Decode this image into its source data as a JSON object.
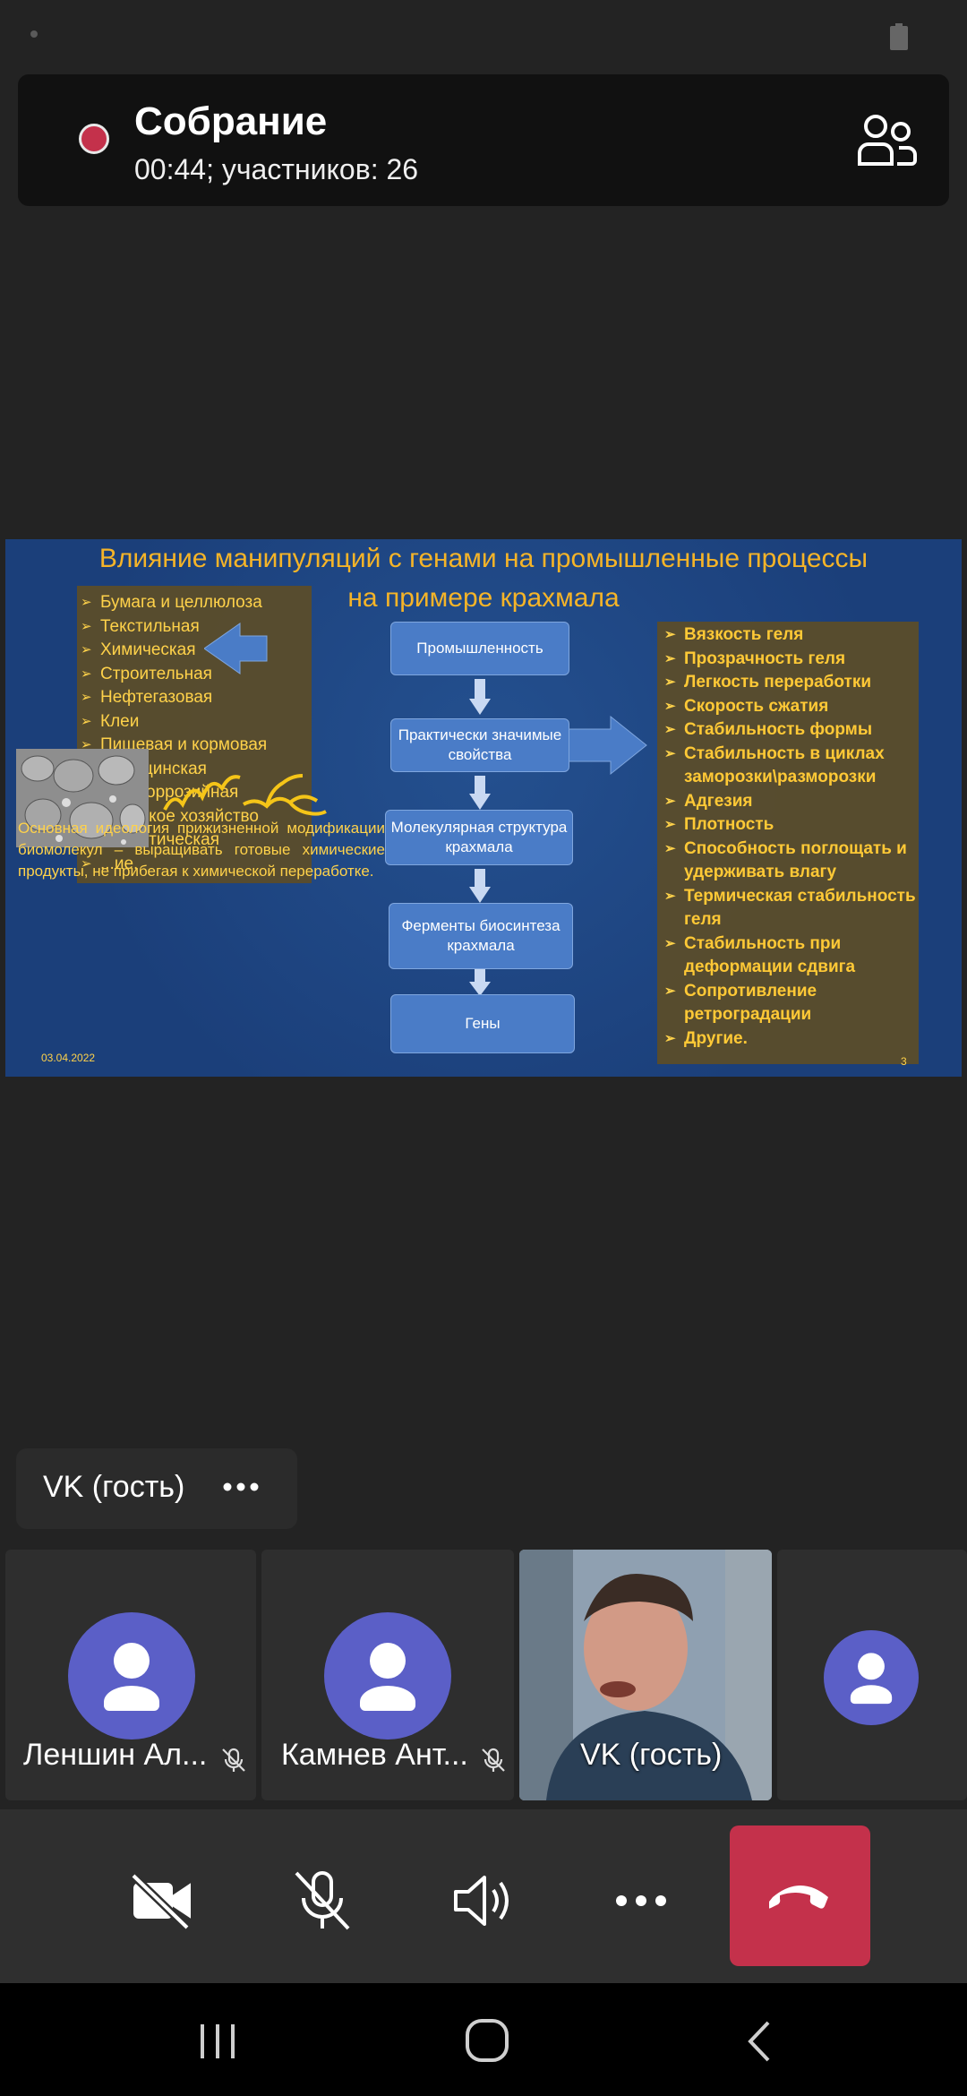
{
  "meeting": {
    "title": "Собрание",
    "subtitle": "00:44; участников: 26"
  },
  "slide": {
    "title_line1": "Влияние манипуляций с генами на промышленные процессы",
    "title_line2": "на примере крахмала",
    "left_items": [
      "Бумага и целлюлоза",
      "Текстильная",
      "Химическая",
      "Строительная",
      "Нефтегазовая",
      "Клеи",
      "Пищевая и кормовая",
      "Медицинская",
      "Антикоррозийная",
      "Сельское хозяйство",
      "Косметическая",
      "...ие."
    ],
    "boxes": [
      "Промышленность",
      "Практически значимые свойства",
      "Молекулярная структура крахмала",
      "Ферменты биосинтеза крахмала",
      "Гены"
    ],
    "right_items": [
      "Вязкость геля",
      "Прозрачность геля",
      "Легкость переработки",
      "Скорость сжатия",
      "Стабильность формы",
      "Стабильность в циклах заморозки\\разморозки",
      "Адгезия",
      "Плотность",
      "Способность поглощать и удерживать влагу",
      "Термическая стабильность геля",
      "Стабильность при деформации сдвига",
      "Сопротивление ретроградации",
      "Другие."
    ],
    "ideology": "Основная идеология прижизненной модификации биомолекул – выращивать готовые химические продукты, не прибегая к химической переработке.",
    "date": "03.04.2022",
    "page_number": "3"
  },
  "speaker": {
    "name": "VK (гость)"
  },
  "tiles": [
    {
      "name": "Леншин Ал...",
      "muted": true
    },
    {
      "name": "Камнев Ант...",
      "muted": true
    },
    {
      "name": "VK (гость)",
      "video": true
    },
    {
      "name": "",
      "muted": false
    }
  ],
  "colors": {
    "accent": "#5b5fc7",
    "end_call": "#c4314b",
    "recording": "#c4314b",
    "slide_text": "#ffd24a"
  },
  "icons": {
    "participants": "people-icon",
    "more": "more-icon",
    "camera": "camera-off-icon",
    "mic": "mic-off-icon",
    "speaker": "speaker-icon",
    "end": "hang-up-icon"
  }
}
